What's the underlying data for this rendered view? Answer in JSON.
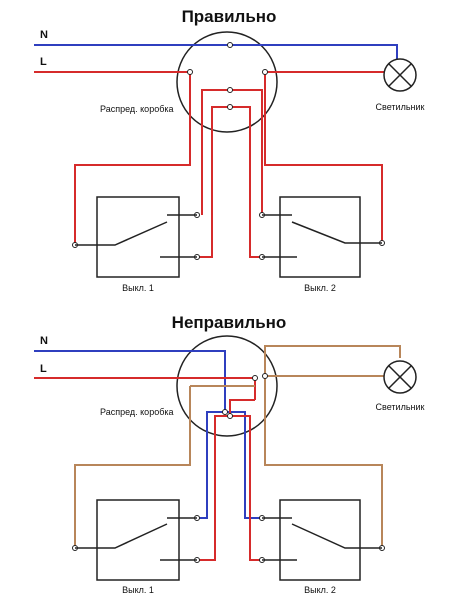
{
  "colors": {
    "neutral": "#2f3fbf",
    "live": "#d62b2b",
    "brown": "#b8865a",
    "outline": "#222222"
  },
  "correct": {
    "title": "Правильно",
    "label_n": "N",
    "label_l": "L",
    "junction_box": "Распред. коробка",
    "lamp": "Светильник",
    "switch_1": "Выкл. 1",
    "switch_2": "Выкл. 2"
  },
  "wrong": {
    "title": "Неправильно",
    "label_n": "N",
    "label_l": "L",
    "junction_box": "Распред. коробка",
    "lamp": "Светильник",
    "switch_1": "Выкл. 1",
    "switch_2": "Выкл. 2"
  }
}
